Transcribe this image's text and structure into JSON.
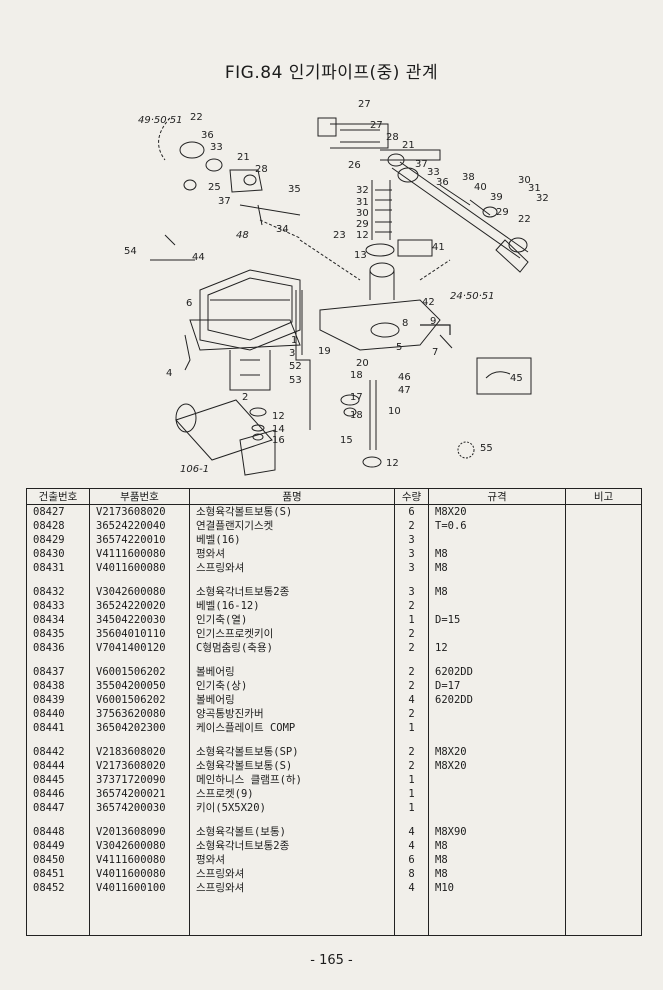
{
  "title": "FIG.84 인기파이프(중) 관계",
  "diagram_labels": {
    "ref_top_left": "49·50·51",
    "ref_right": "24·50·51",
    "ref_48": "48",
    "ref_106": "106-1",
    "n22a": "22",
    "n36a": "36",
    "n33a": "33",
    "n25": "25",
    "n37a": "37",
    "n21a": "21",
    "n28a": "28",
    "n35": "35",
    "n34": "34",
    "n27a": "27",
    "n27b": "27",
    "n26": "26",
    "n28b": "28",
    "n21b": "21",
    "n37b": "37",
    "n33b": "33",
    "n36b": "36",
    "n38": "38",
    "n40": "40",
    "n39": "39",
    "n30": "30",
    "n31a": "31",
    "n32a": "32",
    "n29a": "29",
    "n22b": "22",
    "n32b": "32",
    "n31b": "31",
    "n30b": "30",
    "n29b": "29",
    "n12a": "12",
    "n23": "23",
    "n13": "13",
    "n41": "41",
    "n42": "42",
    "n54": "54",
    "n44": "44",
    "n6": "6",
    "n1": "1",
    "n3": "3",
    "n52": "52",
    "n53": "53",
    "n4": "4",
    "n2": "2",
    "n8": "8",
    "n9": "9",
    "n5": "5",
    "n7": "7",
    "n19": "19",
    "n20": "20",
    "n18a": "18",
    "n46": "46",
    "n47": "47",
    "n17": "17",
    "n10": "10",
    "n18b": "18",
    "n12b": "12",
    "n14": "14",
    "n16": "16",
    "n15": "15",
    "n12c": "12",
    "n55": "55",
    "n45": "45"
  },
  "table": {
    "headers": [
      "건출번호",
      "부품번호",
      "품명",
      "수량",
      "규격",
      "비고"
    ],
    "groups": [
      [
        {
          "no": "08427",
          "part": "V2173608020",
          "name": "소형육각볼트보통(S)",
          "qty": "6",
          "spec": "M8X20",
          "note": ""
        },
        {
          "no": "08428",
          "part": "36524220040",
          "name": "연결플랜지기스켓",
          "qty": "2",
          "spec": "T=0.6",
          "note": ""
        },
        {
          "no": "08429",
          "part": "36574220010",
          "name": "베벨(16)",
          "qty": "3",
          "spec": "",
          "note": ""
        },
        {
          "no": "08430",
          "part": "V4111600080",
          "name": "평와셔",
          "qty": "3",
          "spec": "M8",
          "note": ""
        },
        {
          "no": "08431",
          "part": "V4011600080",
          "name": "스프링와셔",
          "qty": "3",
          "spec": "M8",
          "note": ""
        }
      ],
      [
        {
          "no": "08432",
          "part": "V3042600080",
          "name": "소형육각너트보통2종",
          "qty": "3",
          "spec": "M8",
          "note": ""
        },
        {
          "no": "08433",
          "part": "36524220020",
          "name": "베벨(16-12)",
          "qty": "2",
          "spec": "",
          "note": ""
        },
        {
          "no": "08434",
          "part": "34504220030",
          "name": "인기축(열)",
          "qty": "1",
          "spec": "D=15",
          "note": ""
        },
        {
          "no": "08435",
          "part": "35604010110",
          "name": "인기스프로켓키이",
          "qty": "2",
          "spec": "",
          "note": ""
        },
        {
          "no": "08436",
          "part": "V7041400120",
          "name": "C형멈춤링(축용)",
          "qty": "2",
          "spec": "12",
          "note": ""
        }
      ],
      [
        {
          "no": "08437",
          "part": "V6001506202",
          "name": "볼베어링",
          "qty": "2",
          "spec": "6202DD",
          "note": ""
        },
        {
          "no": "08438",
          "part": "35504200050",
          "name": "인기축(상)",
          "qty": "2",
          "spec": "D=17",
          "note": ""
        },
        {
          "no": "08439",
          "part": "V6001506202",
          "name": "볼베어링",
          "qty": "4",
          "spec": "6202DD",
          "note": ""
        },
        {
          "no": "08440",
          "part": "37563620080",
          "name": "양곡통방진카버",
          "qty": "2",
          "spec": "",
          "note": ""
        },
        {
          "no": "08441",
          "part": "36504202300",
          "name": "케이스플레이트 COMP",
          "qty": "1",
          "spec": "",
          "note": ""
        }
      ],
      [
        {
          "no": "08442",
          "part": "V2183608020",
          "name": "소형육각볼트보통(SP)",
          "qty": "2",
          "spec": "M8X20",
          "note": ""
        },
        {
          "no": "08444",
          "part": "V2173608020",
          "name": "소형육각볼트보통(S)",
          "qty": "2",
          "spec": "M8X20",
          "note": ""
        },
        {
          "no": "08445",
          "part": "37371720090",
          "name": "메인하니스 클램프(하)",
          "qty": "1",
          "spec": "",
          "note": ""
        },
        {
          "no": "08446",
          "part": "36574200021",
          "name": "스프로켓(9)",
          "qty": "1",
          "spec": "",
          "note": ""
        },
        {
          "no": "08447",
          "part": "36574200030",
          "name": "키이(5X5X20)",
          "qty": "1",
          "spec": "",
          "note": ""
        }
      ],
      [
        {
          "no": "08448",
          "part": "V2013608090",
          "name": "소형육각볼트(보통)",
          "qty": "4",
          "spec": "M8X90",
          "note": ""
        },
        {
          "no": "08449",
          "part": "V3042600080",
          "name": "소형육각너트보통2종",
          "qty": "4",
          "spec": "M8",
          "note": ""
        },
        {
          "no": "08450",
          "part": "V4111600080",
          "name": "평와셔",
          "qty": "6",
          "spec": "M8",
          "note": ""
        },
        {
          "no": "08451",
          "part": "V4011600080",
          "name": "스프링와셔",
          "qty": "8",
          "spec": "M8",
          "note": ""
        },
        {
          "no": "08452",
          "part": "V4011600100",
          "name": "스프링와셔",
          "qty": "4",
          "spec": "M10",
          "note": ""
        }
      ]
    ]
  },
  "page_number": "- 165 -"
}
